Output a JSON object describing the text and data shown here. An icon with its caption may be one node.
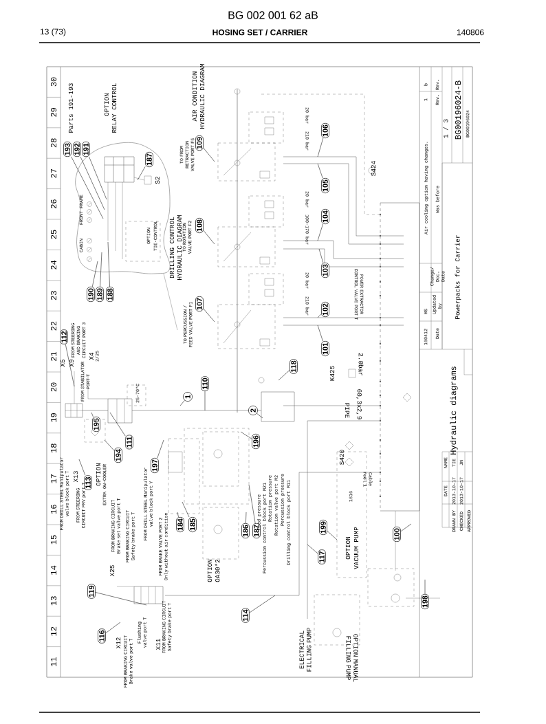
{
  "diagram": {
    "title": "BG 002 001 62 aB",
    "nodes": [
      {
        "text": [
          "193"
        ]
      },
      {
        "text": [
          "192"
        ]
      },
      {
        "text": [
          "191"
        ]
      },
      {
        "text": [
          "187"
        ]
      },
      {
        "text": [
          "109"
        ]
      },
      {
        "text": [
          "108"
        ]
      },
      {
        "text": [
          "107"
        ]
      },
      {
        "text": [
          "190"
        ]
      },
      {
        "text": [
          "189"
        ]
      },
      {
        "text": [
          "188"
        ]
      },
      {
        "text": [
          "112"
        ]
      },
      {
        "text": [
          "106"
        ]
      },
      {
        "text": [
          "105"
        ]
      },
      {
        "text": [
          "104"
        ]
      },
      {
        "text": [
          "103"
        ]
      },
      {
        "text": [
          "102"
        ]
      },
      {
        "text": [
          "101"
        ]
      },
      {
        "text": [
          "118"
        ]
      },
      {
        "text": [
          "100"
        ]
      },
      {
        "text": [
          "199"
        ]
      },
      {
        "text": [
          "117"
        ]
      },
      {
        "text": [
          "198"
        ]
      },
      {
        "text": [
          "195"
        ]
      },
      {
        "text": [
          "194"
        ]
      },
      {
        "text": [
          "113"
        ]
      },
      {
        "text": [
          "111"
        ]
      },
      {
        "text": [
          "197"
        ]
      },
      {
        "text": [
          "110"
        ]
      },
      {
        "text": [
          "1"
        ]
      },
      {
        "text": [
          "2"
        ]
      },
      {
        "text": [
          "196"
        ]
      },
      {
        "text": [
          "184"
        ]
      },
      {
        "text": [
          "185"
        ]
      },
      {
        "text": [
          "186"
        ]
      },
      {
        "text": [
          "187"
        ]
      },
      {
        "text": [
          "119"
        ]
      },
      {
        "text": [
          "116"
        ]
      },
      {
        "text": [
          "114"
        ]
      }
    ],
    "edges": [
      {
        "from": 0,
        "to": null,
        "arrow": "none"
      },
      {
        "from": 1,
        "to": null,
        "arrow": "none"
      },
      {
        "from": 2,
        "to": null,
        "arrow": "none"
      },
      {
        "from": 3,
        "to": null,
        "arrow": "none"
      },
      {
        "from": 4,
        "to": null,
        "arrow": "none"
      },
      {
        "from": 5,
        "to": null,
        "arrow": "none"
      },
      {
        "from": 6,
        "to": null,
        "arrow": "none"
      },
      {
        "from": 7,
        "to": null,
        "arrow": "none"
      },
      {
        "from": 8,
        "to": null,
        "arrow": "none"
      },
      {
        "from": 9,
        "to": null,
        "arrow": "none"
      },
      {
        "from": 10,
        "to": null,
        "arrow": "none"
      },
      {
        "from": 11,
        "to": null,
        "arrow": "none"
      },
      {
        "from": 12,
        "to": null,
        "arrow": "none"
      },
      {
        "from": 13,
        "to": null,
        "arrow": "none"
      },
      {
        "from": 14,
        "to": null,
        "arrow": "none"
      },
      {
        "from": 15,
        "to": null,
        "arrow": "none"
      },
      {
        "from": 16,
        "to": null,
        "arrow": "none"
      },
      {
        "from": 17,
        "to": null,
        "arrow": "none"
      },
      {
        "from": 18,
        "to": null,
        "arrow": "none"
      },
      {
        "from": 19,
        "to": null,
        "arrow": "none"
      },
      {
        "from": 20,
        "to": null,
        "arrow": "none"
      },
      {
        "from": 21,
        "to": null,
        "arrow": "none"
      },
      {
        "from": 22,
        "to": null,
        "arrow": "none"
      },
      {
        "from": 23,
        "to": null,
        "arrow": "none"
      },
      {
        "from": 24,
        "to": null,
        "arrow": "none"
      },
      {
        "from": 25,
        "to": null,
        "arrow": "none"
      },
      {
        "from": 26,
        "to": null,
        "arrow": "none"
      },
      {
        "from": 27,
        "to": null,
        "arrow": "none"
      },
      {
        "from": 28,
        "to": null,
        "arrow": "none"
      },
      {
        "from": 29,
        "to": null,
        "arrow": "none"
      },
      {
        "from": 30,
        "to": null,
        "arrow": "none"
      },
      {
        "from": 31,
        "to": null,
        "arrow": "none"
      },
      {
        "from": 32,
        "to": null,
        "arrow": "none"
      },
      {
        "from": 33,
        "to": null,
        "arrow": "none"
      },
      {
        "from": 34,
        "to": null,
        "arrow": "none"
      },
      {
        "from": 35,
        "to": null,
        "arrow": "none"
      },
      {
        "from": 36,
        "to": null,
        "arrow": "none"
      },
      {
        "from": 37,
        "to": null,
        "arrow": "none"
      }
    ],
    "labels": [
      "13 (73)",
      "HOSING SET / CARRIER",
      "140806",
      "30",
      "29",
      "28",
      "27",
      "26",
      "25",
      "24",
      "23",
      "22",
      "21",
      "20",
      "19",
      "18",
      "17",
      "16",
      "15",
      "14",
      "13",
      "12",
      "11",
      "Parts 191-193",
      "OPTION",
      "RELAY CONTROL",
      "CABIN",
      "FRONT FRAME",
      "S2",
      "OPTION",
      "TIE-CONTROL",
      "DRILLING CONTROL",
      "HYDRAULIC DIAGRAM",
      "TO ROTATION VALVE PORT F2",
      "TO PERCUSSION / FEED VALVE PORT F1",
      "AIR CONDITION",
      "HYDRAULIC DIAGRAM",
      "TO FROM RETRACTION VALVE PORT F5",
      "20 bar",
      "210 bar",
      "20 bar",
      "100-170 bar",
      "20 bar",
      "210 bar",
      "S424",
      "POWER EXTRACTOR CONTROL VALVE PORT T",
      "K425",
      "2.0bar",
      "60,3x2,9",
      "PIPE",
      "S420",
      "Cable reel 1",
      "1616",
      "OPTION",
      "VACUUM PUMP",
      "ELECTRICAL FILLING PUMP",
      "OPTION MANUAL FILLING PUMP",
      "FROM DRILL STEEL Manipulator valve block port T",
      "FROM STEERING CIRCUIT PRV port T",
      "X5",
      "X9",
      "FROM STEERING AND BRAKING CIRCUIT PORT 3",
      "X4",
      "2/25",
      "FROM STABILATOR PORT T",
      "25-70°C",
      "X13",
      "OPTION",
      "EXTRA OW-COOLER",
      "X25",
      "FROM BRAKING CIRCUIT Brake set valve port T",
      "FROM BRAKING CIRCUIT Safety brake port T",
      "FROM DRILL STEEL Manipulator valve block port Y",
      "FROM BRAKE VALVE PORT 2 Only without air condition",
      "OPTION",
      "OA30*2",
      "Feed pressure",
      "Percussion control block port M21",
      "Rotation pressure",
      "Rotation valve port M2",
      "Percussion pressure",
      "Drilling control block port M11",
      "X12",
      "FROM BRAKING CIRCUIT Brake valve port T",
      "Flushing valve port T",
      "X11",
      "FROM BRAKING CIRCUIT Safety brake port T",
      "Air cooling option having changes.",
      "Was before",
      "1 / 3",
      "BG00196024-B",
      "BG00196024",
      "1",
      "b",
      "Rev.",
      "Rev.",
      "160412",
      "HS",
      "Date",
      "Updated by",
      "Change/ Doc. Date",
      "Powerpacks for Carrier",
      "Hydraulic diagrams",
      "DATE",
      "NAME",
      "DRAWN BY",
      "2013-10-17",
      "TIE",
      "CHECKED",
      "2013-10-17",
      "JN",
      "APPROVED"
    ]
  }
}
